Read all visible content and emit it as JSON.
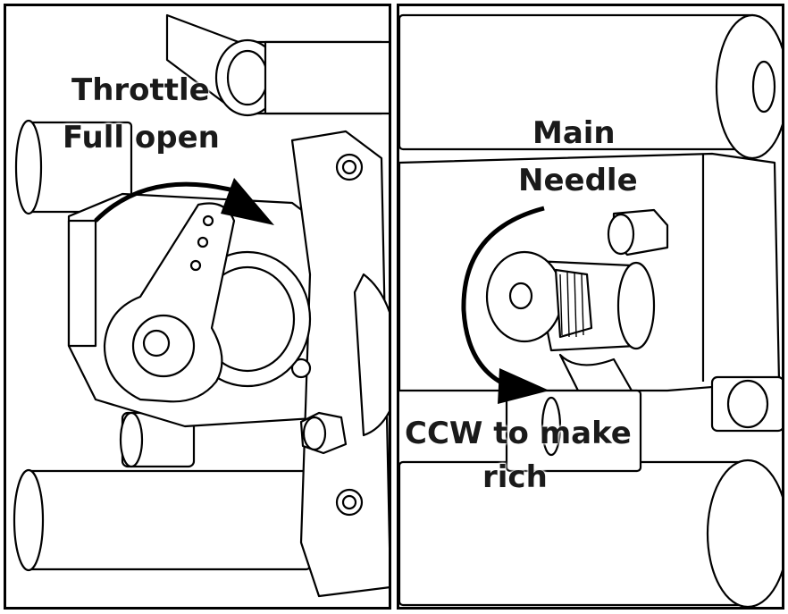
{
  "panels": [
    {
      "labels": [
        "Throttle",
        "Full open"
      ],
      "arrow_direction": "clockwise"
    },
    {
      "labels": [
        "Main",
        "Needle",
        "CCW to make",
        "rich"
      ],
      "arrow_direction": "counter-clockwise"
    }
  ],
  "colors": {
    "line": "#000000",
    "background": "#ffffff",
    "label": "#1a1a1a"
  }
}
